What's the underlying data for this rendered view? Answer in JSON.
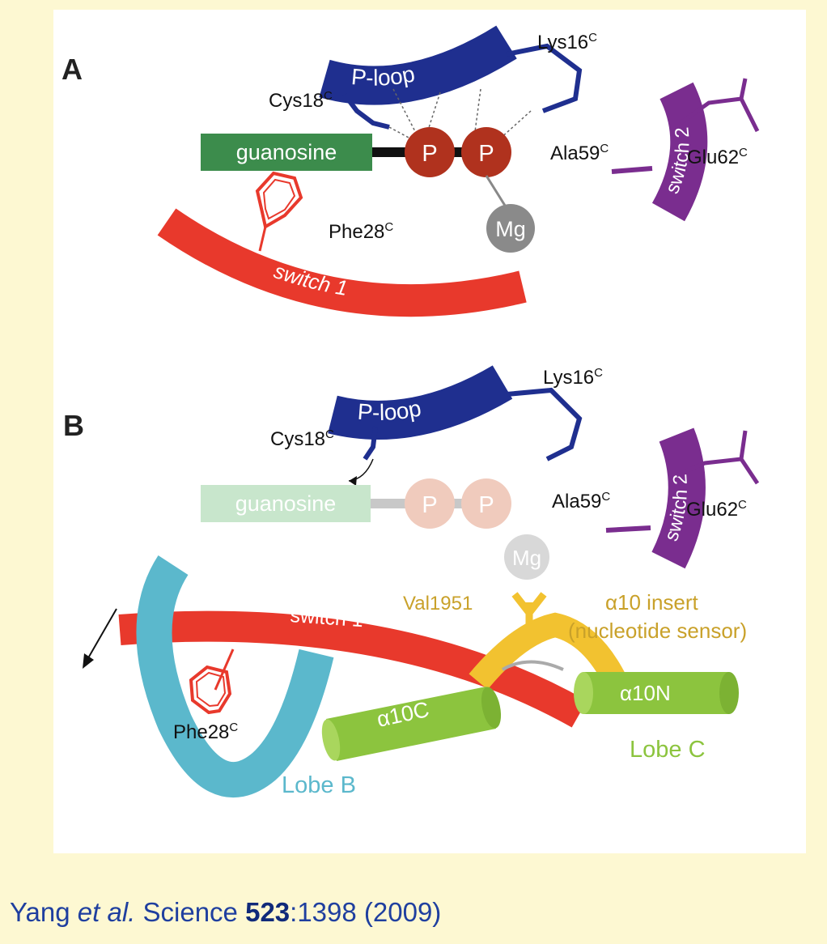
{
  "panel_a": {
    "letter": "A",
    "ploop_label": "P-loop",
    "lys16_base": "Lys16",
    "lys16_sup": "C",
    "cys18_base": "Cys18",
    "cys18_sup": "C",
    "guanosine_label": "guanosine",
    "phosphate1_label": "P",
    "phosphate2_label": "P",
    "mg_label": "Mg",
    "phe28_base": "Phe28",
    "phe28_sup": "C",
    "switch1_label": "switch 1",
    "switch2_label": "switch 2",
    "ala59_base": "Ala59",
    "ala59_sup": "C",
    "glu62_base": "Glu62",
    "glu62_sup": "C"
  },
  "panel_b": {
    "letter": "B",
    "ploop_label": "P-loop",
    "lys16_base": "Lys16",
    "lys16_sup": "C",
    "cys18_base": "Cys18",
    "cys18_sup": "C",
    "guanosine_label": "guanosine",
    "phosphate1_label": "P",
    "phosphate2_label": "P",
    "mg_label": "Mg",
    "val_label": "Val1951",
    "insert_label_line1": "α10 insert",
    "insert_label_line2": "(nucleotide sensor)",
    "switch1_label": "switch 1",
    "switch2_label": "switch 2",
    "ala59_base": "Ala59",
    "ala59_sup": "C",
    "glu62_base": "Glu62",
    "glu62_sup": "C",
    "a10c_label": "α10C",
    "a10n_label": "α10N",
    "phe28_base": "Phe28",
    "phe28_sup": "C",
    "lobe_b_label": "Lobe B",
    "lobe_c_label": "Lobe C"
  },
  "citation": {
    "authors": "Yang ",
    "etal": "et al.",
    "journal": " Science ",
    "volume": "523",
    "pages": ":1398 (2009)"
  },
  "colors": {
    "page_bg": "#fdf8d2",
    "ploop": "#1f2f8f",
    "switch1": "#e8392c",
    "switch2": "#7a2d8f",
    "guanosine": "#3c8c4c",
    "phosphate": "#b0321e",
    "mg": "#8a8a8a",
    "lobe_b": "#5bb8cc",
    "lobe_c": "#8cc43e",
    "insert": "#f2c230",
    "citation": "#1f3f9f"
  }
}
